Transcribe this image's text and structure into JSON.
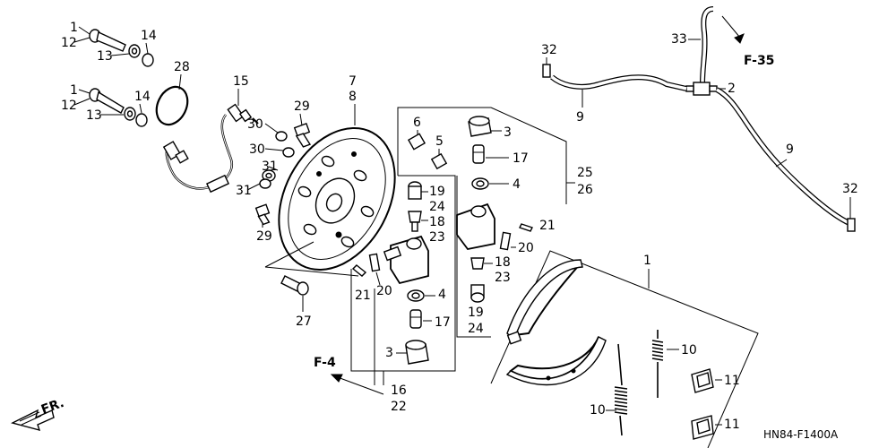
{
  "diagram_code": "HN84-F1400A",
  "references": {
    "f35": "F-35",
    "f4": "F-4",
    "front": "FR."
  },
  "callouts": [
    "1",
    "12",
    "13",
    "14",
    "28",
    "1",
    "12",
    "13",
    "14",
    "15",
    "29",
    "30",
    "30",
    "31",
    "31",
    "29",
    "7",
    "8",
    "6",
    "5",
    "3",
    "17",
    "4",
    "25",
    "26",
    "19",
    "24",
    "18",
    "23",
    "21",
    "20",
    "18",
    "23",
    "4",
    "17",
    "3",
    "21",
    "20",
    "19",
    "24",
    "27",
    "16",
    "22",
    "32",
    "33",
    "2",
    "9",
    "9",
    "32",
    "1",
    "10",
    "10",
    "11",
    "11"
  ]
}
